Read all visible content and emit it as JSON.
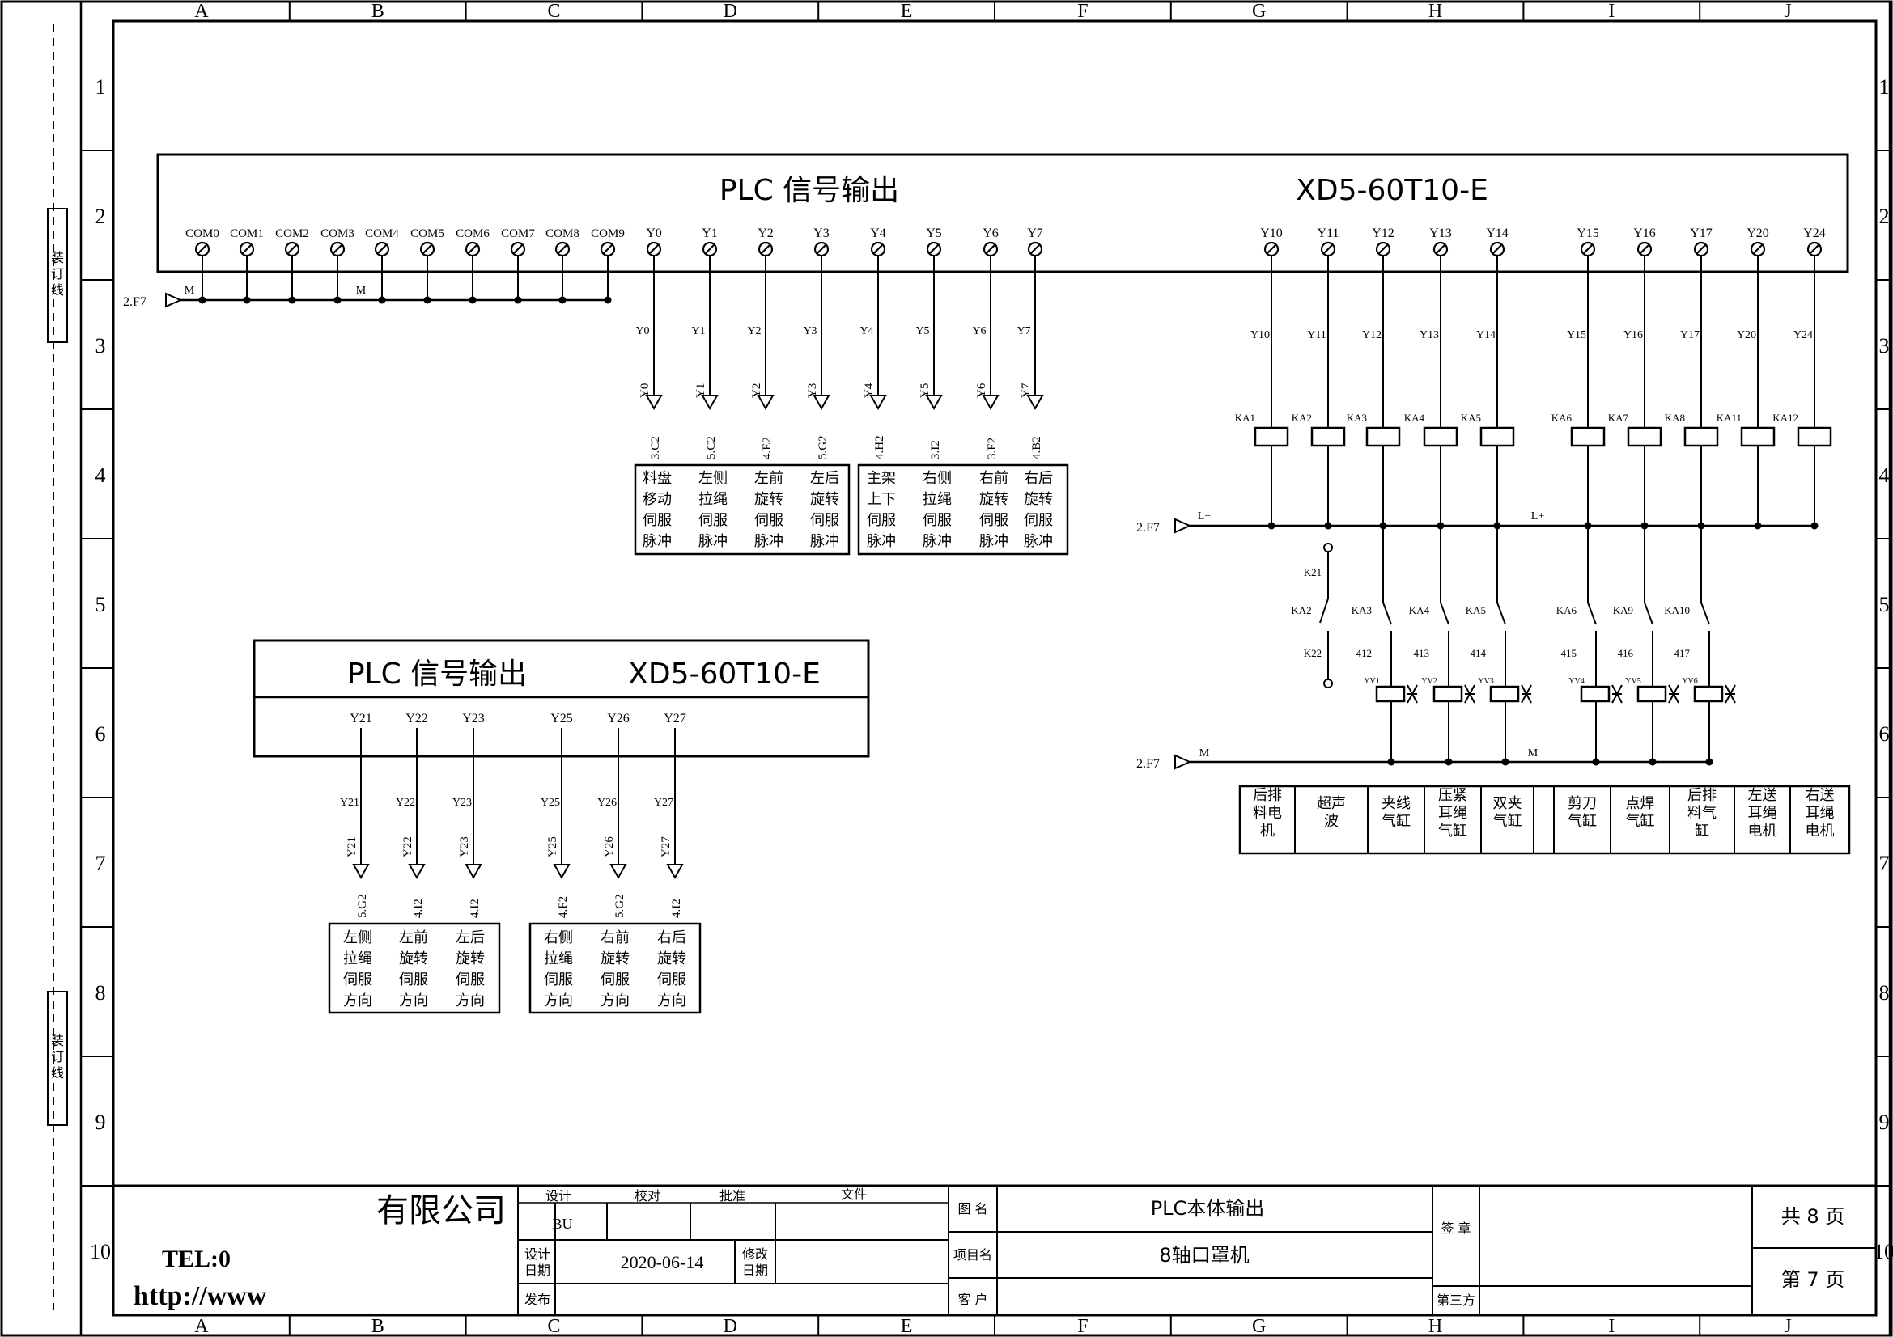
{
  "border": {
    "columns": [
      "A",
      "B",
      "C",
      "D",
      "E",
      "F",
      "G",
      "H",
      "I",
      "J"
    ],
    "rows": [
      "1",
      "2",
      "3",
      "4",
      "5",
      "6",
      "7",
      "8",
      "9",
      "10"
    ],
    "binding_label": "装订线"
  },
  "plc_main": {
    "title": "PLC 信号输出",
    "model": "XD5-60T10-E",
    "com_terminals": [
      "COM0",
      "COM1",
      "COM2",
      "COM3",
      "COM4",
      "COM5",
      "COM6",
      "COM7",
      "COM8",
      "COM9"
    ],
    "com_ref": "2.F7",
    "com_bus_label": "M",
    "pulse_outputs": [
      {
        "terminal": "Y0",
        "wire": "Y0",
        "ref": "3.C2",
        "desc": [
          "料盘",
          "移动",
          "伺服",
          "脉冲"
        ]
      },
      {
        "terminal": "Y1",
        "wire": "Y1",
        "ref": "5.C2",
        "desc": [
          "左侧",
          "拉绳",
          "伺服",
          "脉冲"
        ]
      },
      {
        "terminal": "Y2",
        "wire": "Y2",
        "ref": "4.E2",
        "desc": [
          "左前",
          "旋转",
          "伺服",
          "脉冲"
        ]
      },
      {
        "terminal": "Y3",
        "wire": "Y3",
        "ref": "5.G2",
        "desc": [
          "左后",
          "旋转",
          "伺服",
          "脉冲"
        ]
      },
      {
        "terminal": "Y4",
        "wire": "Y4",
        "ref": "4.H2",
        "desc": [
          "主架",
          "上下",
          "伺服",
          "脉冲"
        ]
      },
      {
        "terminal": "Y5",
        "wire": "Y5",
        "ref": "3.I2",
        "desc": [
          "右侧",
          "拉绳",
          "伺服",
          "脉冲"
        ]
      },
      {
        "terminal": "Y6",
        "wire": "Y6",
        "ref": "3.F2",
        "desc": [
          "右前",
          "旋转",
          "伺服",
          "脉冲"
        ]
      },
      {
        "terminal": "Y7",
        "wire": "Y7",
        "ref": "4.B2",
        "desc": [
          "右后",
          "旋转",
          "伺服",
          "脉冲"
        ]
      }
    ],
    "relay_outputs": [
      {
        "terminal": "Y10",
        "wire": "Y10",
        "coil": "KA1"
      },
      {
        "terminal": "Y11",
        "wire": "Y11",
        "coil": "KA2"
      },
      {
        "terminal": "Y12",
        "wire": "Y12",
        "coil": "KA3"
      },
      {
        "terminal": "Y13",
        "wire": "Y13",
        "coil": "KA4"
      },
      {
        "terminal": "Y14",
        "wire": "Y14",
        "coil": "KA5"
      },
      {
        "terminal": "Y15",
        "wire": "Y15",
        "coil": "KA6"
      },
      {
        "terminal": "Y16",
        "wire": "Y16",
        "coil": "KA7"
      },
      {
        "terminal": "Y17",
        "wire": "Y17",
        "coil": "KA8"
      },
      {
        "terminal": "Y20",
        "wire": "Y20",
        "coil": "KA11"
      },
      {
        "terminal": "Y24",
        "wire": "Y24",
        "coil": "KA12"
      }
    ],
    "lplus_ref": "2.F7",
    "lplus_label": "L+",
    "m_ref": "2.F7",
    "m_label": "M",
    "ka2_contact": {
      "label": "KA2",
      "top": "K21",
      "bottom": "K22"
    },
    "valve_contacts": [
      {
        "contact": "KA3",
        "wire": "412",
        "valve": "YV1"
      },
      {
        "contact": "KA4",
        "wire": "413",
        "valve": "YV2"
      },
      {
        "contact": "KA5",
        "wire": "414",
        "valve": "YV3"
      },
      {
        "contact": "KA6",
        "wire": "415",
        "valve": "YV4"
      },
      {
        "contact": "KA9",
        "wire": "416",
        "valve": "YV5"
      },
      {
        "contact": "KA10",
        "wire": "417",
        "valve": "YV6"
      }
    ],
    "load_table": [
      [
        "后排",
        "料电",
        "机"
      ],
      [
        "超声",
        "波"
      ],
      [
        "夹线",
        "气缸"
      ],
      [
        "压紧",
        "耳绳",
        "气缸"
      ],
      [
        "双夹",
        "气缸"
      ],
      [],
      [
        "剪刀",
        "气缸"
      ],
      [
        "点焊",
        "气缸"
      ],
      [
        "后排",
        "料气",
        "缸"
      ],
      [
        "左送",
        "耳绳",
        "电机"
      ],
      [
        "右送",
        "耳绳",
        "电机"
      ]
    ]
  },
  "plc_dir": {
    "title": "PLC 信号输出",
    "model": "XD5-60T10-E",
    "outputs": [
      {
        "terminal": "Y21",
        "wire": "Y21",
        "ref": "5.G2",
        "desc": [
          "左侧",
          "拉绳",
          "伺服",
          "方向"
        ]
      },
      {
        "terminal": "Y22",
        "wire": "Y22",
        "ref": "4.I2",
        "desc": [
          "左前",
          "旋转",
          "伺服",
          "方向"
        ]
      },
      {
        "terminal": "Y23",
        "wire": "Y23",
        "ref": "4.I2",
        "desc": [
          "左后",
          "旋转",
          "伺服",
          "方向"
        ]
      },
      {
        "terminal": "Y25",
        "wire": "Y25",
        "ref": "4.F2",
        "desc": [
          "右侧",
          "拉绳",
          "伺服",
          "方向"
        ]
      },
      {
        "terminal": "Y26",
        "wire": "Y26",
        "ref": "5.G2",
        "desc": [
          "右前",
          "旋转",
          "伺服",
          "方向"
        ]
      },
      {
        "terminal": "Y27",
        "wire": "Y27",
        "ref": "4.I2",
        "desc": [
          "右后",
          "旋转",
          "伺服",
          "方向"
        ]
      }
    ]
  },
  "title_block": {
    "company": "有限公司",
    "tel": "TEL:0",
    "url": "http://www",
    "design": "设计",
    "designer": "BU",
    "check": "校对",
    "approve": "批准",
    "file": "文件",
    "design_date_label": "设计\n日期",
    "design_date": "2020-06-14",
    "revise_date_label": "修改\n日期",
    "release": "发布",
    "drawing_name_label": "图 名",
    "drawing_name": "PLC本体输出",
    "project_label": "项目名",
    "project": "8轴口罩机",
    "customer_label": "客 户",
    "sign_label": "签 章",
    "third_party": "第三方",
    "total_pages": "共  8  页",
    "page_no": "第  7  页"
  }
}
